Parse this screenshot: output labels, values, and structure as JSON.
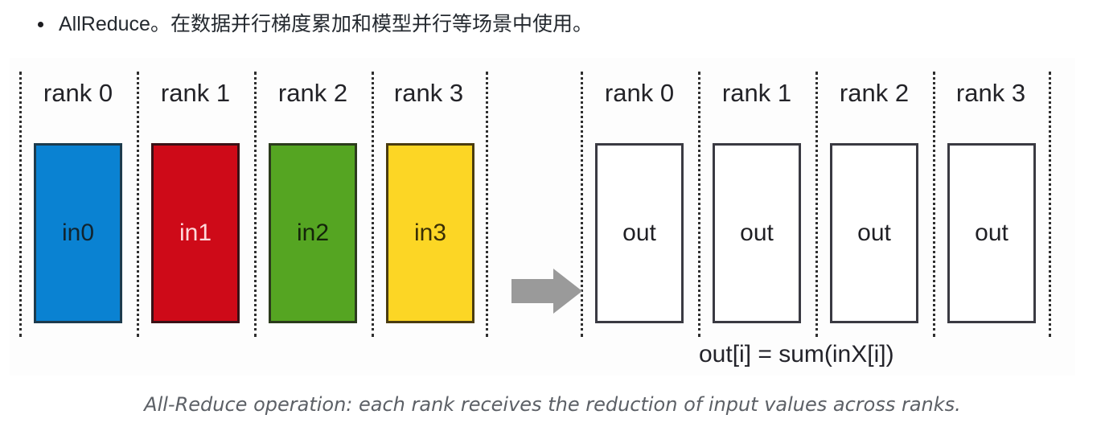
{
  "bullet": {
    "marker": "bullet-dot",
    "text": "AllReduce。在数据并行梯度累加和模型并行等场景中使用。"
  },
  "figure": {
    "arrow_icon": "right-arrow-icon",
    "arrow_color": "#9a9a9a",
    "formula": "out[i] = sum(inX[i])",
    "caption": "All-Reduce operation: each rank receives the reduction of input values across ranks.",
    "input_group": {
      "columns": [
        {
          "rank_label": "rank 0",
          "box_label": "in0",
          "fill": "#0a82d2",
          "text_color": "#11242f",
          "border": "#1d3b4d"
        },
        {
          "rank_label": "rank 1",
          "box_label": "in1",
          "fill": "#ce0a18",
          "text_color": "#ffd8da",
          "border": "#3a1116"
        },
        {
          "rank_label": "rank 2",
          "box_label": "in2",
          "fill": "#55a522",
          "text_color": "#14240a",
          "border": "#2b3b1c"
        },
        {
          "rank_label": "rank 3",
          "box_label": "in3",
          "fill": "#fcd625",
          "text_color": "#3a2f06",
          "border": "#4a3c10"
        }
      ]
    },
    "output_group": {
      "columns": [
        {
          "rank_label": "rank 0",
          "box_label": "out",
          "fill": "#ffffff",
          "text_color": "#1f1f24",
          "border": "#3a3a42"
        },
        {
          "rank_label": "rank 1",
          "box_label": "out",
          "fill": "#ffffff",
          "text_color": "#1f1f24",
          "border": "#3a3a42"
        },
        {
          "rank_label": "rank 2",
          "box_label": "out",
          "fill": "#ffffff",
          "text_color": "#1f1f24",
          "border": "#3a3a42"
        },
        {
          "rank_label": "rank 3",
          "box_label": "out",
          "fill": "#ffffff",
          "text_color": "#1f1f24",
          "border": "#3a3a42"
        }
      ]
    }
  }
}
